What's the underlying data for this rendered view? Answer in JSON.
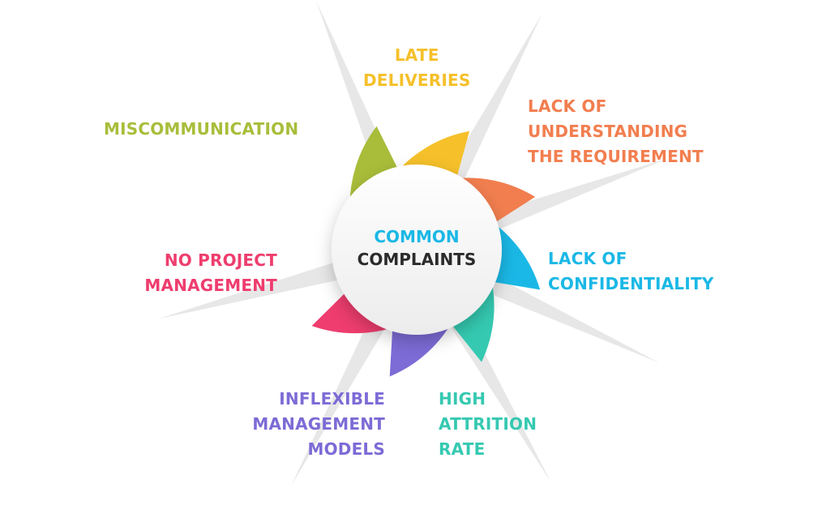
{
  "center": {
    "line1": "COMMON",
    "line2": "COMPLAINTS",
    "line1_color": "#1ab8e6",
    "line2_color": "#2b2b2b"
  },
  "segments": [
    {
      "id": "late-deliveries",
      "lines": [
        "LATE",
        "DELIVERIES"
      ],
      "color": "#f5c02a"
    },
    {
      "id": "lack-of-understanding",
      "lines": [
        "LACK OF",
        "UNDERSTANDING",
        "THE REQUIREMENT"
      ],
      "color": "#f27e4f"
    },
    {
      "id": "lack-of-confidentiality",
      "lines": [
        "LACK OF",
        "CONFIDENTIALITY"
      ],
      "color": "#1ab8e6"
    },
    {
      "id": "high-attrition-rate",
      "lines": [
        "HIGH",
        "ATTRITION",
        "RATE"
      ],
      "color": "#35c9b1"
    },
    {
      "id": "inflexible-management-models",
      "lines": [
        "INFLEXIBLE",
        "MANAGEMENT",
        "MODELS"
      ],
      "color": "#7d6bd6"
    },
    {
      "id": "no-project-management",
      "lines": [
        "NO PROJECT",
        "MANAGEMENT"
      ],
      "color": "#ee3d6e"
    },
    {
      "id": "miscommunication",
      "lines": [
        "MISCOMMUNICATION"
      ],
      "color": "#a9bd3a"
    }
  ]
}
